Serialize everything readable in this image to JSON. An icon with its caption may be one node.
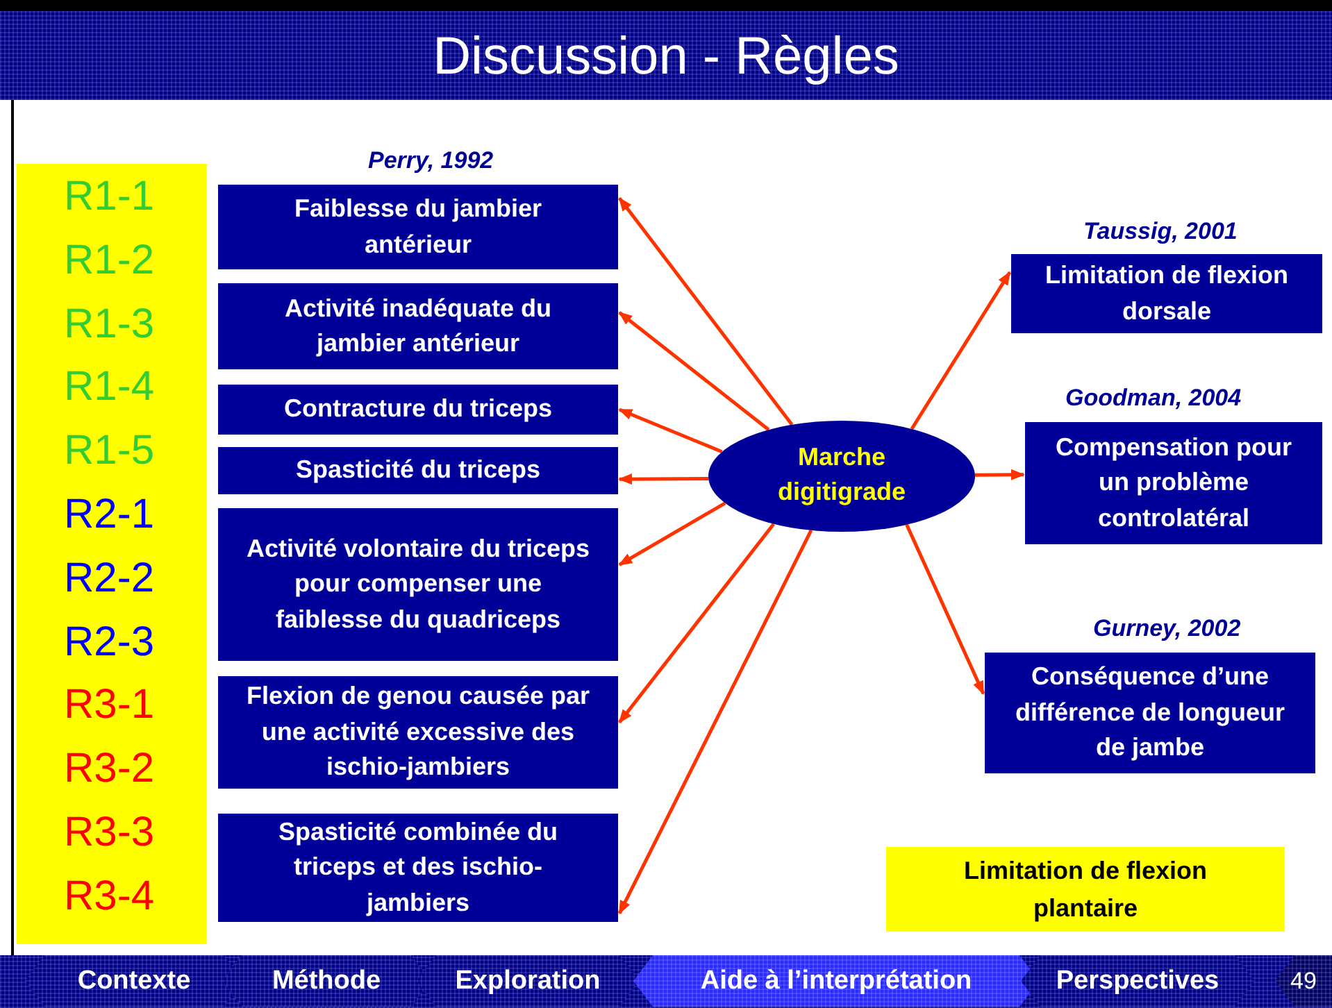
{
  "diagram": {
    "title": "Discussion - Règles",
    "nodes": [
      {
        "text": [
          "R1-1",
          "R1-2",
          "R1-3",
          "R1-4",
          "R1-5",
          "R2-1",
          "R2-2",
          "R2-3",
          "R3-1",
          "R3-2",
          "R3-3",
          "R3-4"
        ]
      },
      {
        "text": [
          "Faiblesse du jambier antérieur"
        ],
        "beside": [
          "Perry, 1992"
        ]
      },
      {
        "text": [
          "Activité inadéquate du jambier antérieur"
        ]
      },
      {
        "text": [
          "Contracture du triceps"
        ]
      },
      {
        "text": [
          "Spasticité du triceps"
        ]
      },
      {
        "text": [
          "Activité volontaire du triceps pour compenser une faiblesse du quadriceps"
        ]
      },
      {
        "text": [
          "Flexion de genou causée par une activité excessive des ischio-jambiers"
        ]
      },
      {
        "text": [
          "Spasticité combinée du triceps et des ischio-jambiers"
        ]
      },
      {
        "text": [
          "Marche digitigrade"
        ]
      },
      {
        "text": [
          "Limitation de flexion dorsale"
        ],
        "beside": [
          "Taussig, 2001"
        ]
      },
      {
        "text": [
          "Compensation pour un problème controlatéral"
        ],
        "beside": [
          "Goodman, 2004"
        ]
      },
      {
        "text": [
          "Conséquence d’une différence de longueur de jambe"
        ],
        "beside": [
          "Gurney, 2002"
        ]
      },
      {
        "text": [
          "Limitation de flexion plantaire"
        ]
      }
    ],
    "edges": [
      {
        "from": 8,
        "to": 1,
        "arrow": "to"
      },
      {
        "from": 8,
        "to": 2,
        "arrow": "to"
      },
      {
        "from": 8,
        "to": 3,
        "arrow": "to"
      },
      {
        "from": 8,
        "to": 4,
        "arrow": "to"
      },
      {
        "from": 8,
        "to": 5,
        "arrow": "to"
      },
      {
        "from": 8,
        "to": 6,
        "arrow": "to"
      },
      {
        "from": 8,
        "to": 7,
        "arrow": "to"
      },
      {
        "from": 8,
        "to": 9,
        "arrow": "to"
      },
      {
        "from": 8,
        "to": 10,
        "arrow": "to"
      },
      {
        "from": 8,
        "to": 11,
        "arrow": "to"
      }
    ],
    "labels": [
      "Contexte",
      "Méthode",
      "Exploration",
      "Aide à l’interprétation",
      "Perspectives",
      "49"
    ]
  }
}
